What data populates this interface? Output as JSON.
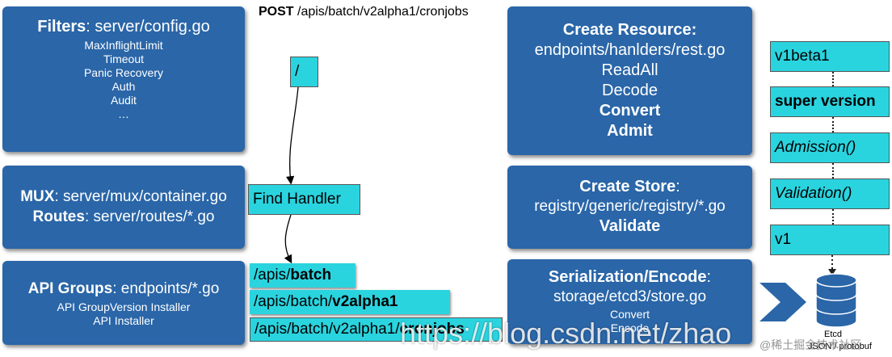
{
  "header": {
    "method": "POST",
    "path": " /apis/batch/v2alpha1/cronjobs"
  },
  "filters": {
    "title_bold": "Filters",
    "title_rest": ": server/config.go",
    "items": [
      "MaxInflightLimit",
      "Timeout",
      "Panic Recovery",
      "Auth",
      "Audit",
      "…"
    ]
  },
  "mux": {
    "mux_bold": "MUX",
    "mux_rest": ": server/mux/container.go",
    "routes_bold": "Routes",
    "routes_rest": ": server/routes/*.go"
  },
  "api_groups": {
    "title_bold": "API Groups",
    "title_rest": ": endpoints/*.go",
    "items": [
      "API GroupVersion Installer",
      "API Installer"
    ]
  },
  "flow": {
    "slash": "/",
    "find_handler": "Find Handler",
    "path1_prefix": "/apis/",
    "path1_bold": "batch",
    "path2_prefix": "/apis/batch/",
    "path2_bold": "v2alpha1",
    "path3_prefix": "/apis/batch/v2alpha1/",
    "path3_bold": "cronjobs"
  },
  "create_resource": {
    "title": "Create Resource:",
    "lines": [
      "endpoints/hanlders/rest.go",
      "ReadAll",
      "Decode"
    ],
    "bold_lines": [
      "Convert",
      "Admit"
    ]
  },
  "create_store": {
    "title_bold": "Create Store",
    "title_rest": ":",
    "line": "registry/generic/registry/*.go",
    "bold_line": "Validate"
  },
  "serialization": {
    "title_bold": "Serialization/Encode",
    "title_rest": ":",
    "line": "storage/etcd3/store.go",
    "small_lines": [
      "Convert",
      "Encode"
    ]
  },
  "versions": {
    "v1beta1": "v1beta1",
    "super_version": "super version",
    "admission": "Admission()",
    "validation": "Validation()",
    "v1": "v1"
  },
  "storage": {
    "db_label": "Etcd",
    "format_label": "JSON / protobuf"
  },
  "watermark": {
    "url": "https://blog.csdn.net/zhao",
    "brand": "@稀土掘金技术社区"
  },
  "colors": {
    "panel_blue": "#2a66a8",
    "cyan": "#2ad4df"
  }
}
